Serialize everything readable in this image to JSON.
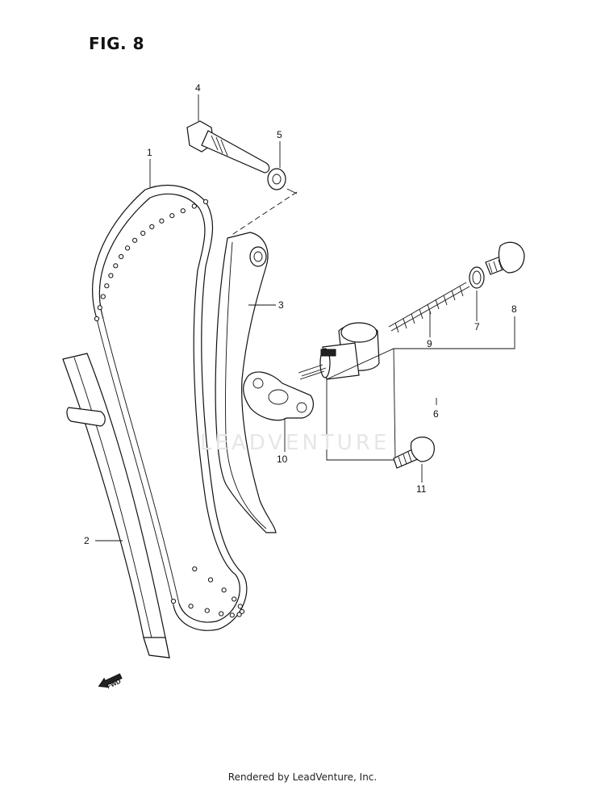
{
  "figure": {
    "title": "FIG. 8"
  },
  "callouts": [
    {
      "id": "1",
      "label": "1"
    },
    {
      "id": "2",
      "label": "2"
    },
    {
      "id": "3",
      "label": "3"
    },
    {
      "id": "4",
      "label": "4"
    },
    {
      "id": "5",
      "label": "5"
    },
    {
      "id": "6",
      "label": "6"
    },
    {
      "id": "7",
      "label": "7"
    },
    {
      "id": "8",
      "label": "8"
    },
    {
      "id": "9",
      "label": "9"
    },
    {
      "id": "10",
      "label": "10"
    },
    {
      "id": "11",
      "label": "11"
    }
  ],
  "direction_marker": {
    "label": "FWD",
    "icon": "forward-arrow-icon"
  },
  "watermark": {
    "text": "LEADVENTURE"
  },
  "footer": {
    "text": "Rendered by LeadVenture, Inc."
  }
}
